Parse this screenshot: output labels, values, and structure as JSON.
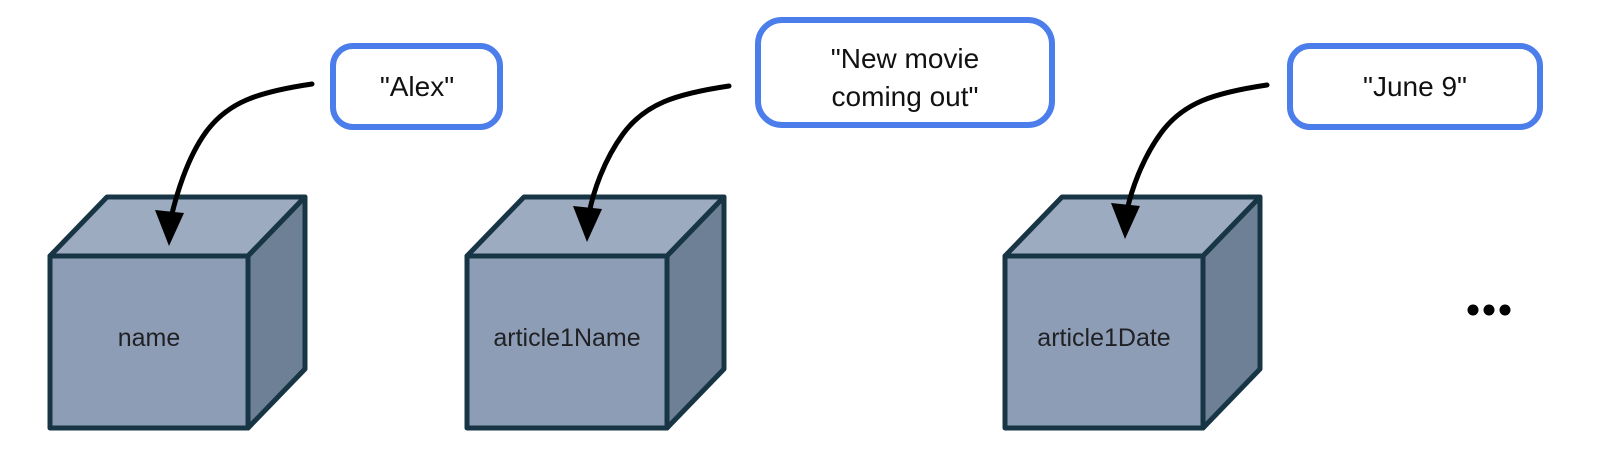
{
  "diagram": {
    "description": "Three variables depicted as 3D boxes receiving string values from rounded bubbles via curved arrows",
    "ellipsis": "...",
    "variables": [
      {
        "name": "name",
        "value": "\"Alex\"",
        "value_lines": [
          "\"Alex\""
        ]
      },
      {
        "name": "article1Name",
        "value": "\"New movie coming out\"",
        "value_lines": [
          "\"New movie",
          "coming out\""
        ]
      },
      {
        "name": "article1Date",
        "value": "\"June 9\"",
        "value_lines": [
          "\"June 9\""
        ]
      }
    ]
  },
  "colors": {
    "background": "#ffffff",
    "bubble_fill": "#ffffff",
    "bubble_border": "#4b7deb",
    "bubble_text": "#111111",
    "cube_top": "#9dabc0",
    "cube_front": "#8e9db6",
    "cube_side": "#6e8095",
    "cube_outline": "#183545",
    "cube_label_text": "#202124",
    "arrow": "#000000",
    "ellipsis_dots": "#000000"
  }
}
